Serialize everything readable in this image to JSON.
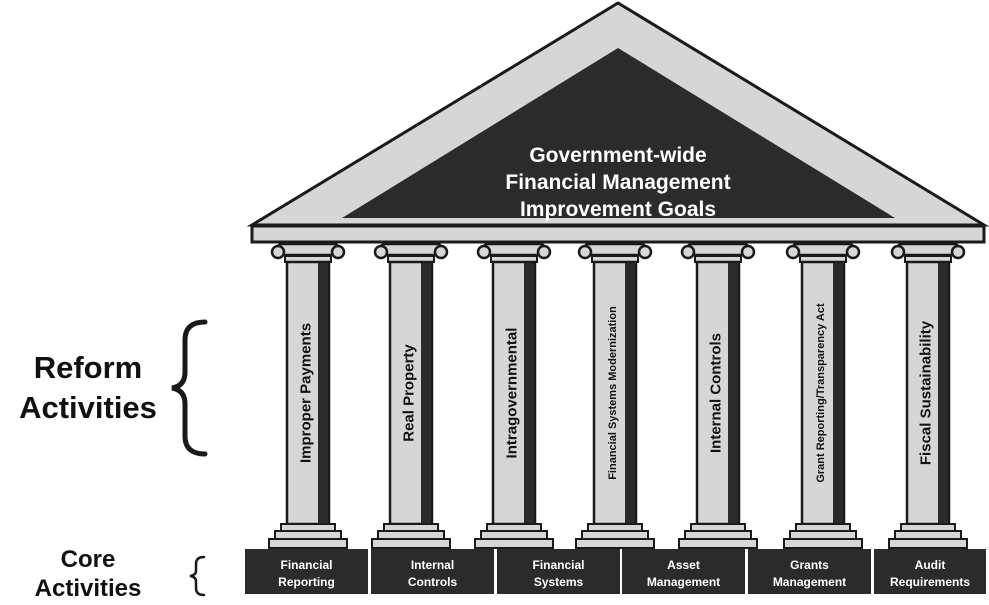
{
  "roof": {
    "line1": "Government-wide",
    "line2": "Financial Management",
    "line3": "Improvement Goals"
  },
  "left_labels": {
    "reform_line1": "Reform",
    "reform_line2": "Activities",
    "core_line1": "Core",
    "core_line2": "Activities"
  },
  "pillars": [
    "Improper Payments",
    "Real Property",
    "Intragovernmental",
    "Financial Systems Modernization",
    "Internal Controls",
    "Grant Reporting/Transparency Act",
    "Fiscal Sustainability"
  ],
  "core_activities": [
    {
      "line1": "Financial",
      "line2": "Reporting"
    },
    {
      "line1": "Internal",
      "line2": "Controls"
    },
    {
      "line1": "Financial",
      "line2": "Systems"
    },
    {
      "line1": "Asset",
      "line2": "Management"
    },
    {
      "line1": "Grants",
      "line2": "Management"
    },
    {
      "line1": "Audit",
      "line2": "Requirements"
    }
  ],
  "colors": {
    "dark": "#2b2b2b",
    "light": "#d6d6d6",
    "outline": "#1a1a1a"
  }
}
